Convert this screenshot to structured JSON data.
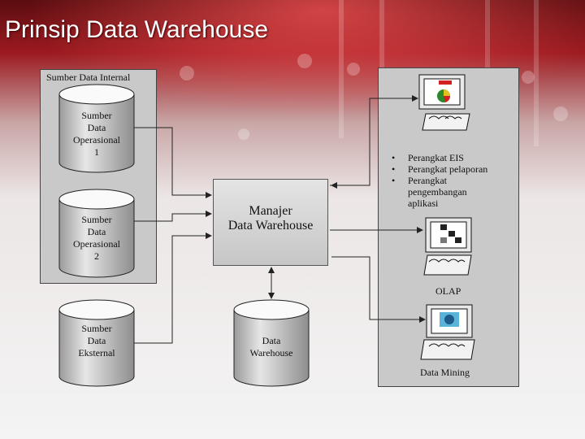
{
  "slide": {
    "title": "Prinsip Data Warehouse"
  },
  "diagram": {
    "internal_group_label": "Sumber Data Internal",
    "sources": [
      {
        "lines": [
          "Sumber",
          "Data",
          "Operasional",
          "1"
        ]
      },
      {
        "lines": [
          "Sumber",
          "Data",
          "Operasional",
          "2"
        ]
      },
      {
        "lines": [
          "Sumber",
          "Data",
          "Eksternal"
        ]
      }
    ],
    "manager": {
      "line1": "Manajer",
      "line2": "Data Warehouse"
    },
    "warehouse": {
      "line1": "Data",
      "line2": "Warehouse"
    },
    "tools": [
      "Perangkat EIS",
      "Perangkat pelaporan",
      "Perangkat pengembangan aplikasi"
    ],
    "olap_label": "OLAP",
    "data_mining_label": "Data Mining"
  }
}
